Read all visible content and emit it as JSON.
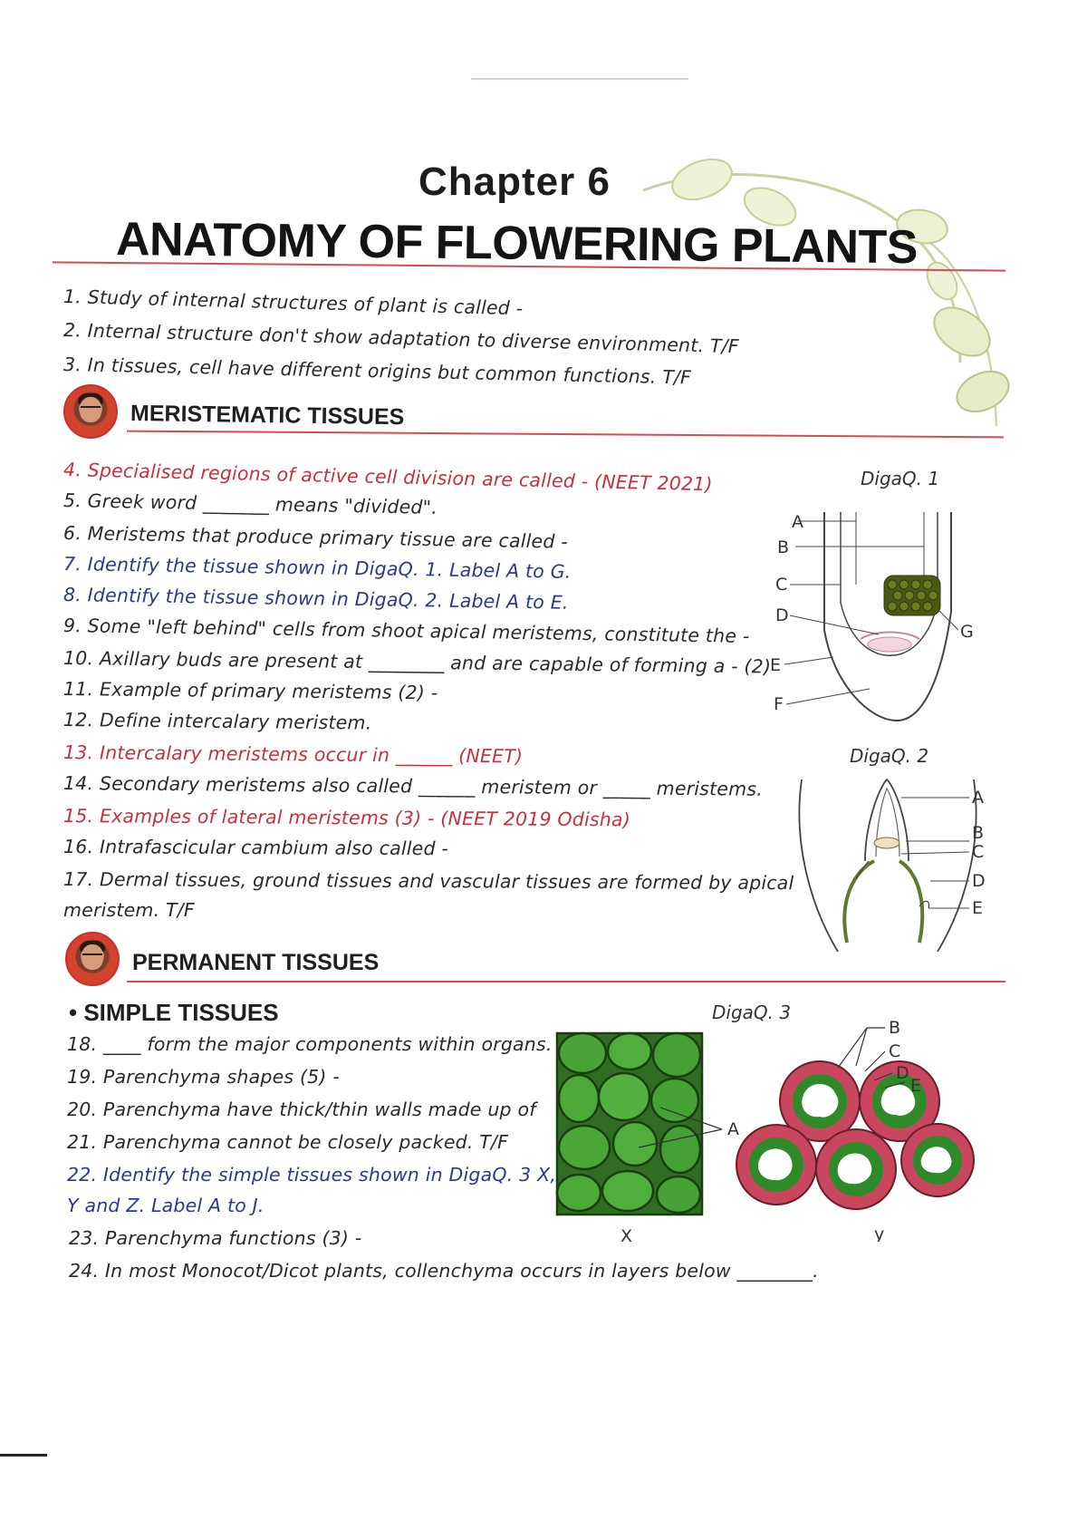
{
  "header": {
    "chapter": "Chapter 6",
    "title": "ANATOMY OF FLOWERING PLANTS"
  },
  "intro_questions": [
    "1. Study of internal structures of plant is called -",
    "2. Internal structure don't show adaptation to diverse environment. T/F",
    "3. In tissues, cell have different origins but common functions. T/F"
  ],
  "section_meristematic": {
    "heading": "MERISTEMATIC TISSUES",
    "questions": [
      {
        "text": "4. Specialised regions of active cell division are called - (NEET 2021)",
        "style": "red"
      },
      {
        "text": "5. Greek word _______ means \"divided\".",
        "style": "black"
      },
      {
        "text": "6. Meristems that produce primary tissue are called -",
        "style": "black"
      },
      {
        "text": "7. Identify the tissue shown in DigaQ. 1. Label A to G.",
        "style": "blue"
      },
      {
        "text": "8. Identify the tissue shown in DigaQ. 2. Label A to E.",
        "style": "blue"
      },
      {
        "text": "9. Some \"left behind\" cells from shoot apical meristems, constitute the -",
        "style": "black"
      },
      {
        "text": "10. Axillary buds are present at ________ and are capable of forming a - (2)",
        "style": "black"
      },
      {
        "text": "11. Example of primary meristems (2) -",
        "style": "black"
      },
      {
        "text": "12. Define intercalary meristem.",
        "style": "black"
      },
      {
        "text": "13. Intercalary meristems occur in ______ (NEET)",
        "style": "red"
      },
      {
        "text": "14. Secondary meristems also called ______ meristem or _____ meristems.",
        "style": "black"
      },
      {
        "text": "15. Examples of lateral meristems (3) - (NEET 2019 Odisha)",
        "style": "red"
      },
      {
        "text": "16. Intrafascicular cambium also called -",
        "style": "black"
      },
      {
        "text": "17. Dermal tissues, ground tissues and vascular tissues are formed by apical",
        "style": "black"
      },
      {
        "text": "meristem. T/F",
        "style": "black"
      }
    ]
  },
  "section_permanent": {
    "heading": "PERMANENT TISSUES",
    "subheading": "• SIMPLE TISSUES",
    "questions": [
      {
        "text": "18. ____ form the major components within organs.",
        "style": "black"
      },
      {
        "text": "19. Parenchyma shapes (5) -",
        "style": "black"
      },
      {
        "text": "20. Parenchyma have thick/thin walls made up of",
        "style": "black"
      },
      {
        "text": "21. Parenchyma cannot be closely packed. T/F",
        "style": "black"
      },
      {
        "text": "22. Identify the simple tissues shown in DigaQ. 3 X,",
        "style": "blue"
      },
      {
        "text": "Y and Z. Label A to J.",
        "style": "blue"
      },
      {
        "text": "23. Parenchyma functions (3) -",
        "style": "black"
      },
      {
        "text": "24. In most Monocot/Dicot plants, collenchyma occurs in layers below ________.",
        "style": "black"
      }
    ]
  },
  "figures": {
    "fig1": {
      "label": "DigaQ. 1",
      "letters": [
        "A",
        "B",
        "C",
        "D",
        "E",
        "F",
        "G"
      ]
    },
    "fig2": {
      "label": "DigaQ. 2",
      "letters": [
        "A",
        "B",
        "C",
        "D",
        "E"
      ]
    },
    "fig3": {
      "label": "DigaQ. 3",
      "letters": [
        "A",
        "B",
        "C",
        "D",
        "E"
      ],
      "captions": [
        "X",
        "y"
      ]
    }
  },
  "colors": {
    "accent_red": "#d94a55",
    "question_red": "#c8303b",
    "question_blue": "#2a3a8a",
    "parenchyma_green": "#3f9a2e",
    "collenchyma_pink": "#c8475e"
  }
}
